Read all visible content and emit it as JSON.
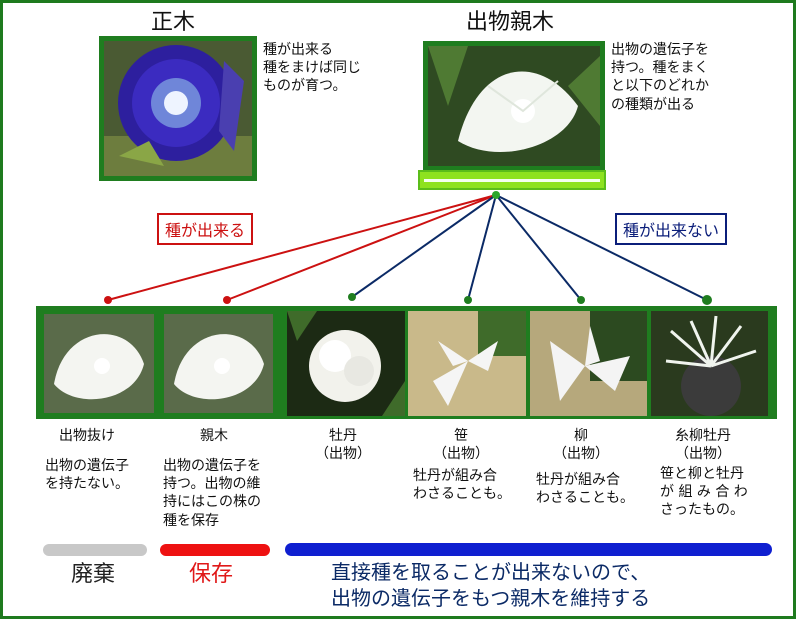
{
  "top": {
    "left": {
      "title": "正木",
      "desc": "種が出来る\n種をまけば同じ\nものが育つ。"
    },
    "right": {
      "title": "出物親木",
      "desc": "出物の遺伝子を\n持つ。種をまく\nと以下のどれか\nの種類が出る"
    }
  },
  "tags": {
    "fertile": "種が出来る",
    "sterile": "種が出来ない"
  },
  "children": [
    {
      "name": "出物抜け",
      "desc": "出物の遺伝子\nを持たない。"
    },
    {
      "name": "親木",
      "desc": "出物の遺伝子を\n持つ。出物の維\n持にはこの株の\n種を保存"
    },
    {
      "name": "牡丹\n（出物）",
      "desc": ""
    },
    {
      "name": "笹\n（出物）",
      "desc": "牡丹が組み合\nわさることも。"
    },
    {
      "name": "柳\n（出物）",
      "desc": "牡丹が組み合\nわさることも。"
    },
    {
      "name": "糸柳牡丹\n（出物）",
      "desc": "笹と柳と牡丹\nが 組 み 合 わ\nさったもの。"
    }
  ],
  "legend": {
    "discard": "廃棄",
    "keep": "保存",
    "note": "直接種を取ることが出来ないので、\n出物の遺伝子をもつ親木を維持する"
  },
  "colors": {
    "frame": "#1e7a1e",
    "fertile": "#cc1111",
    "sterile": "#0b1e7a",
    "discard": "#c8c8c8",
    "keep": "#ee1111",
    "bar": "#0f1fd0"
  }
}
